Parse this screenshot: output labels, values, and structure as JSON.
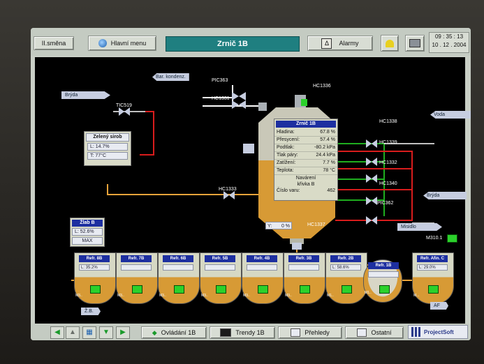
{
  "topbar": {
    "shift": "II.směna",
    "main_menu": "Hlavní menu",
    "title": "Zrnič 1B",
    "alarms": "Alarmy",
    "time": "09 : 35 : 13",
    "date": "10 . 12 . 2004"
  },
  "process": {
    "bar_kondenz": "Bar. kondenz.",
    "pic363": "PIC363",
    "hc1331": "HC1331",
    "hc1336": "HC1336",
    "bryda_left": "Brýda",
    "tic519": "TIC519",
    "hc1338": "HC1338",
    "voda": "Voda",
    "hc1339": "HC1339",
    "hc1332": "HC1332",
    "hc1340": "HC1340",
    "pic362": "PIC362",
    "bryda_right": "Brýda",
    "hc1333": "HC1333",
    "hc1337": "HC1337",
    "misidlo": "Misidlo",
    "m3101": "M310.1",
    "y_label": "Y:",
    "y_value": "0 %",
    "zb": "Ž.B.",
    "af": "AF"
  },
  "green_syrup": {
    "title": "Zelený sirob",
    "level": "L: 14.7%",
    "temp": "T:    77°C"
  },
  "vessel": {
    "title": "Zrnič 1B",
    "rows": [
      {
        "k": "Hladina:",
        "v": "67.8",
        "u": "%"
      },
      {
        "k": "Přesycení:",
        "v": "57.4",
        "u": "%"
      },
      {
        "k": "Podtlak:",
        "v": "-80.2",
        "u": "kPa"
      },
      {
        "k": "Tlak páry:",
        "v": "24.4",
        "u": "kPa"
      },
      {
        "k": "Zatížení:",
        "v": "7.7",
        "u": "%"
      },
      {
        "k": "Teplota:",
        "v": "78",
        "u": "°C"
      }
    ],
    "curve1": "Navárení",
    "curve2": "křivka B",
    "cook_label": "Číslo varu:",
    "cook_no": "462"
  },
  "zlab": {
    "title": "Žlab B",
    "level": "L: 52.6%",
    "max": "MAX"
  },
  "tanks": [
    {
      "name": "Refr. 8B",
      "level": "L: 35.2%",
      "tag": "M3.."
    },
    {
      "name": "Refr. 7B",
      "level": "",
      "tag": "M3.."
    },
    {
      "name": "Refr. 6B",
      "level": "",
      "tag": "M3.."
    },
    {
      "name": "Refr. 5B",
      "level": "",
      "tag": "M3.."
    },
    {
      "name": "Refr. 4B",
      "level": "",
      "tag": "M3.."
    },
    {
      "name": "Refr. 3B",
      "level": "",
      "tag": "M3.."
    },
    {
      "name": "Refr. 2B",
      "level": "L: 58.6%",
      "tag": "M1.."
    },
    {
      "name": "Refr. 1B",
      "level": "",
      "tag": "M1.."
    },
    {
      "name": "Refr. Afin. C",
      "level": "L: 29.0%",
      "tag": "M..."
    }
  ],
  "bottombar": {
    "ovladani": "Ovládání 1B",
    "trendy": "Trendy 1B",
    "prehledy": "Přehledy",
    "ostatni": "Ostatní",
    "brand": "ProjectSoft"
  },
  "colors": {
    "pipe_orange": "#e7a33a",
    "pipe_green": "#1fae1f",
    "pipe_red": "#d81c1c",
    "title_teal": "#1f7f80",
    "panel_blue": "#1d2fa0"
  }
}
